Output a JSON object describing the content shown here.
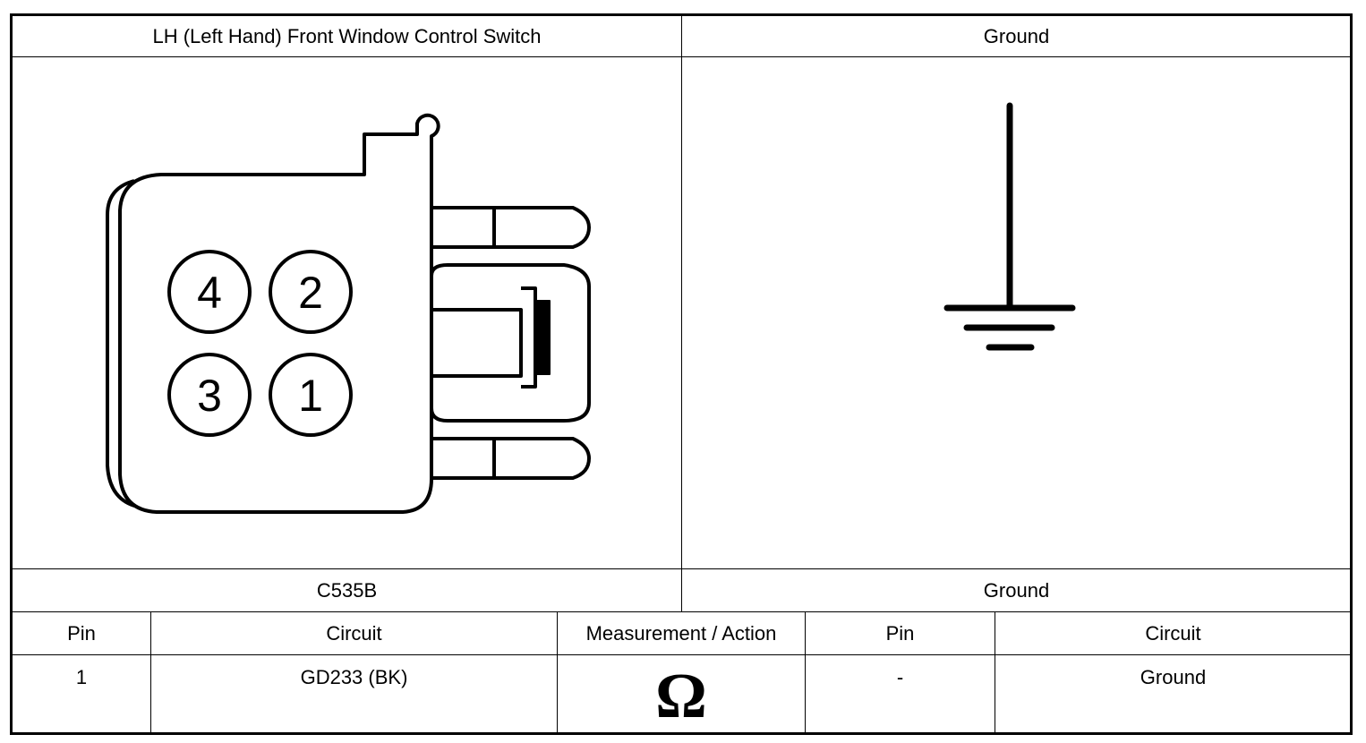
{
  "header": {
    "left_title": "LH (Left Hand) Front Window Control Switch",
    "right_title": "Ground"
  },
  "connector": {
    "pins": [
      "4",
      "2",
      "3",
      "1"
    ]
  },
  "footer": {
    "left_label": "C535B",
    "right_label": "Ground"
  },
  "table": {
    "columns": [
      "Pin",
      "Circuit",
      "Measurement / Action",
      "Pin",
      "Circuit"
    ],
    "row": {
      "pin": "1",
      "circuit": "GD233 (BK)",
      "measurement_symbol": "Ω",
      "pin2": "-",
      "circuit2": "Ground"
    }
  },
  "icons": [
    "connector-face-icon",
    "ground-symbol-icon",
    "ohm-icon"
  ]
}
